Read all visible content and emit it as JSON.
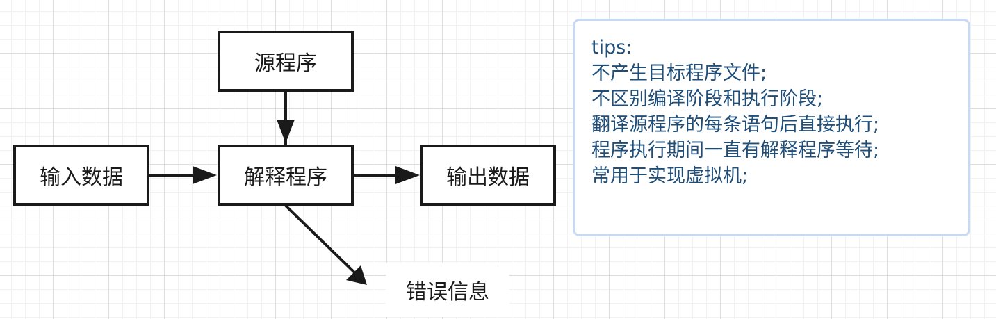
{
  "nodes": {
    "source": "源程序",
    "input": "输入数据",
    "interpreter": "解释程序",
    "output": "输出数据",
    "error": "错误信息"
  },
  "tips": {
    "heading": "tips:",
    "lines": [
      "不产生目标程序文件;",
      "不区别编译阶段和执行阶段;",
      "翻译源程序的每条语句后直接执行;",
      "程序执行期间一直有解释程序等待;",
      "常用于实现虚拟机;"
    ]
  },
  "colors": {
    "node_border": "#1a1a1a",
    "tips_border": "#c6dbf3",
    "tips_text": "#1f4e79",
    "grid": "#dddddd"
  }
}
